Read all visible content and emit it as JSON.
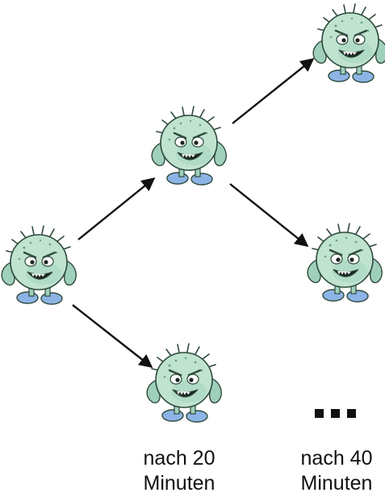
{
  "diagram": {
    "labels": {
      "after_20": [
        "nach 20",
        "Minuten"
      ],
      "after_40": [
        "nach 40",
        "Minuten"
      ]
    },
    "colors": {
      "body": "#bfe3cf",
      "body_shade": "#8fc9b0",
      "outline": "#2e4a3c",
      "shoe": "#8db4e6",
      "mouth": "#1b2520",
      "arrow": "#111111"
    },
    "continuation": "ellipsis-dots",
    "icons": [
      "microbe-icon"
    ]
  }
}
